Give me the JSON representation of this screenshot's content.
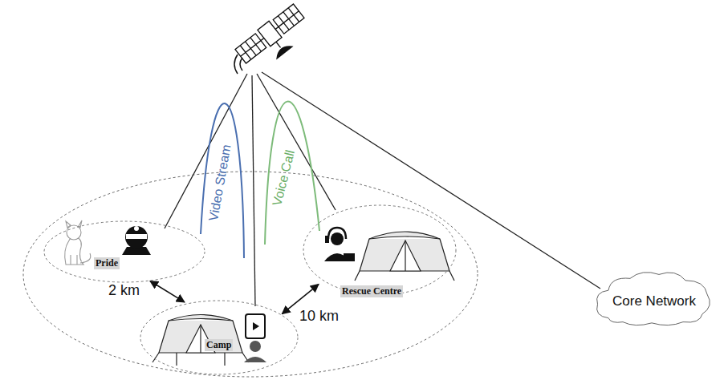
{
  "diagram": {
    "nodes": [
      {
        "text": [
          "Pride"
        ]
      },
      {
        "text": [
          "Rescue Centre"
        ]
      },
      {
        "text": [
          "Camp"
        ]
      },
      {
        "text": [
          "Core Network"
        ]
      }
    ],
    "edges": [
      {
        "from": 0,
        "to": 2,
        "label": "2 km",
        "arrow": "both"
      },
      {
        "from": 2,
        "to": 1,
        "label": "10 km",
        "arrow": "both"
      }
    ],
    "labels": [
      "Video Stream",
      "Voice Call"
    ]
  }
}
